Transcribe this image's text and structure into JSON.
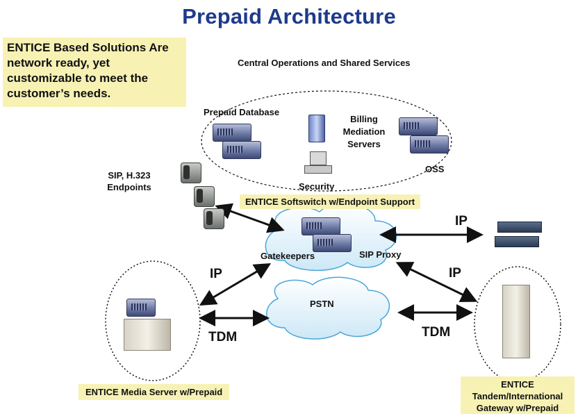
{
  "title": "Prepaid Architecture",
  "intro": "ENTICE Based Solutions Are network ready, yet customizable to meet the customer’s needs.",
  "central_ops": "Central Operations and Shared Services",
  "prepaid_db": "Prepaid Database",
  "billing": [
    "Billing",
    "Mediation",
    "Servers"
  ],
  "security": "Security",
  "oss": "OSS",
  "sip_endpoints": [
    "SIP, H.323",
    "Endpoints"
  ],
  "softswitch": "ENTICE Softswitch w/Endpoint Support",
  "gatekeepers": "Gatekeepers",
  "sip_proxy": "SIP Proxy",
  "pstn": "PSTN",
  "ip_top": "IP",
  "ip_left": "IP",
  "ip_right": "IP",
  "tdm_left": "TDM",
  "tdm_right": "TDM",
  "media_server": "ENTICE Media Server w/Prepaid",
  "gateway": [
    "ENTICE",
    "Tandem/International",
    "Gateway w/Prepaid"
  ],
  "colors": {
    "title": "#1f3a8c",
    "callout_fill": "#f7f2b4"
  }
}
